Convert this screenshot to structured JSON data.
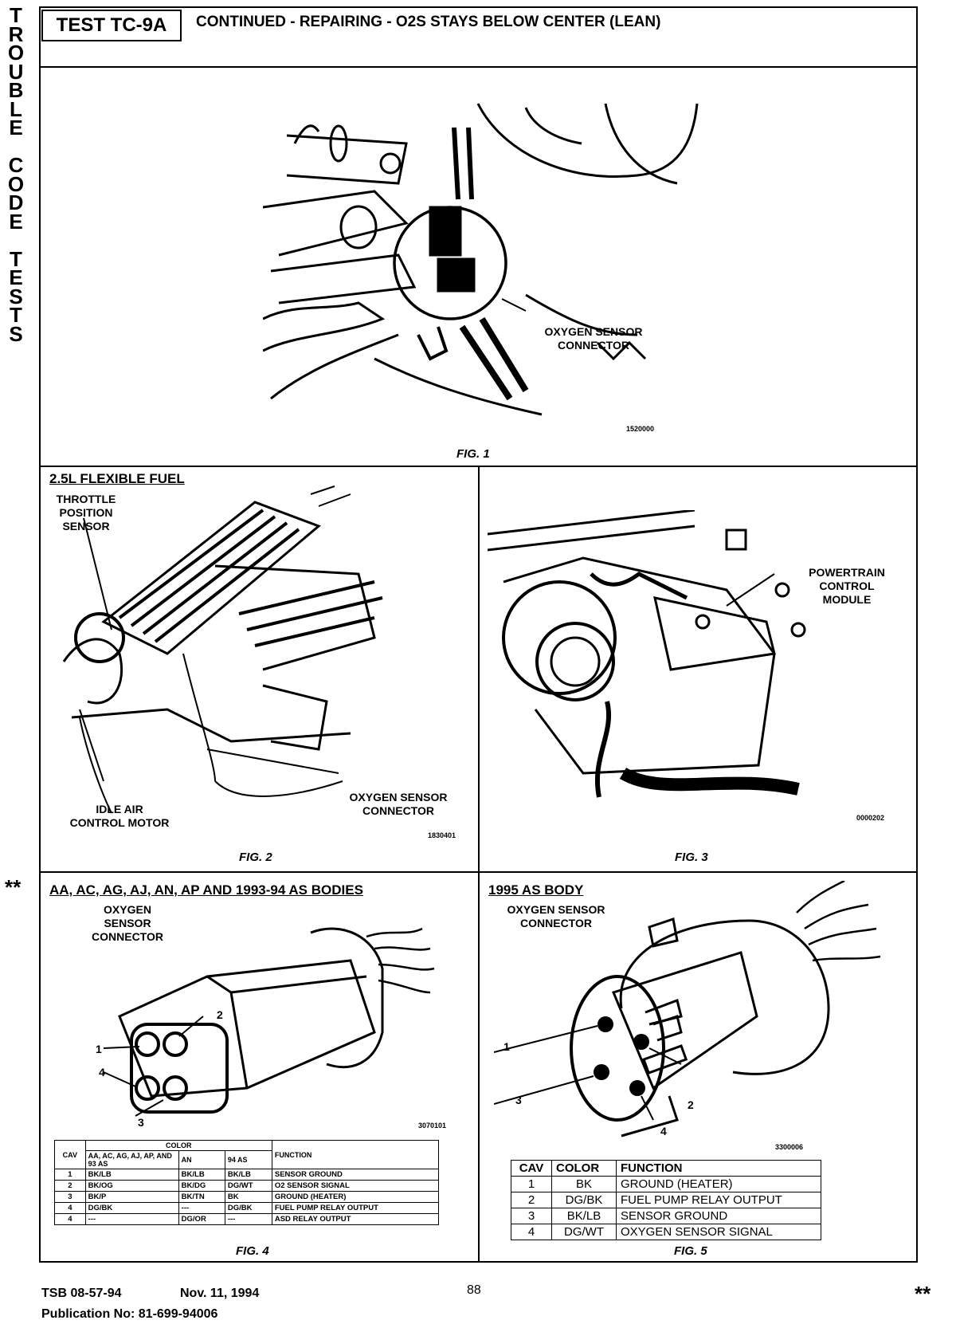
{
  "side_title": [
    "T",
    "R",
    "O",
    "U",
    "B",
    "L",
    "E",
    "",
    "C",
    "O",
    "D",
    "E",
    "",
    "T",
    "E",
    "S",
    "T",
    "S"
  ],
  "header": {
    "test_id": "TEST TC-9A",
    "title": "CONTINUED - REPAIRING - O2S STAYS BELOW CENTER (LEAN)"
  },
  "fig1": {
    "callout": [
      "OXYGEN SENSOR",
      "CONNECTOR"
    ],
    "code": "1520000",
    "caption": "FIG. 1"
  },
  "fig2": {
    "heading": "2.5L FLEXIBLE FUEL",
    "throttle": [
      "THROTTLE",
      "POSITION",
      "SENSOR"
    ],
    "idle": [
      "IDLE AIR",
      "CONTROL MOTOR"
    ],
    "oxygen": [
      "OXYGEN SENSOR",
      "CONNECTOR"
    ],
    "code": "1830401",
    "caption": "FIG. 2"
  },
  "fig3": {
    "pcm": [
      "POWERTRAIN",
      "CONTROL",
      "MODULE"
    ],
    "code": "0000202",
    "caption": "FIG. 3"
  },
  "fig4": {
    "marker": "**",
    "heading": "AA, AC, AG, AJ, AN, AP AND 1993-94 AS BODIES",
    "label": [
      "OXYGEN",
      "SENSOR",
      "CONNECTOR"
    ],
    "pins": [
      "1",
      "2",
      "3",
      "4"
    ],
    "code": "3070101",
    "caption": "FIG. 4",
    "table": {
      "color_header": "COLOR",
      "headers": [
        "CAV",
        "AA, AC, AG, AJ, AP, AND 93 AS",
        "AN",
        "94 AS",
        "FUNCTION"
      ],
      "rows": [
        [
          "1",
          "BK/LB",
          "BK/LB",
          "BK/LB",
          "SENSOR GROUND"
        ],
        [
          "2",
          "BK/OG",
          "BK/DG",
          "DG/WT",
          "O2 SENSOR SIGNAL"
        ],
        [
          "3",
          "BK/P",
          "BK/TN",
          "BK",
          "GROUND (HEATER)"
        ],
        [
          "4",
          "DG/BK",
          "---",
          "DG/BK",
          "FUEL PUMP RELAY OUTPUT"
        ],
        [
          "4",
          "---",
          "DG/OR",
          "---",
          "ASD RELAY OUTPUT"
        ]
      ]
    }
  },
  "fig5": {
    "heading": "1995 AS BODY",
    "label": [
      "OXYGEN SENSOR",
      "CONNECTOR"
    ],
    "pins": [
      "1",
      "2",
      "3",
      "4"
    ],
    "code": "3300006",
    "caption": "FIG. 5",
    "table": {
      "headers": [
        "CAV",
        "COLOR",
        "FUNCTION"
      ],
      "rows": [
        [
          "1",
          "BK",
          "GROUND (HEATER)"
        ],
        [
          "2",
          "DG/BK",
          "FUEL PUMP RELAY OUTPUT"
        ],
        [
          "3",
          "BK/LB",
          "SENSOR GROUND"
        ],
        [
          "4",
          "DG/WT",
          "OXYGEN SENSOR SIGNAL"
        ]
      ]
    }
  },
  "footer": {
    "tsb": "TSB 08-57-94",
    "date": "Nov. 11, 1994",
    "page": "88",
    "pub": "Publication No:  81-699-94006",
    "marker": "**"
  }
}
